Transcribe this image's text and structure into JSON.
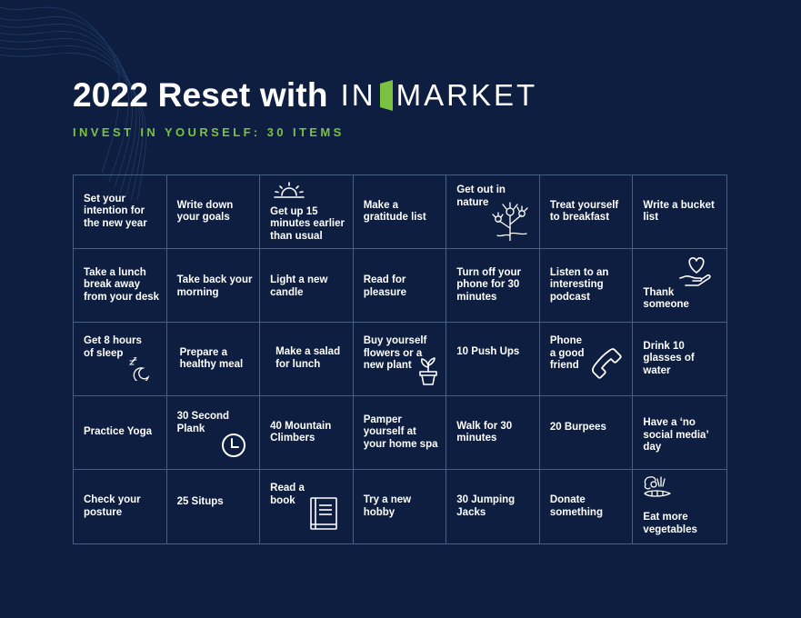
{
  "header": {
    "title": "2022 Reset with",
    "brand_left": "IN",
    "brand_right": "MARKET",
    "subtitle": "INVEST IN YOURSELF: 30 ITEMS"
  },
  "colors": {
    "background": "#0e1e40",
    "accent_green": "#7bc142",
    "grid_line": "#4a5f84",
    "text": "#ffffff"
  },
  "grid": {
    "items": [
      "Set your\nintention for\nthe new year",
      "Write down\nyour goals",
      "Get up 15\nminutes earlier\nthan usual",
      "Make a\ngratitude list",
      "Get out in\nnature",
      "Treat yourself\nto breakfast",
      "Write a bucket\nlist",
      "Take a lunch\nbreak away\nfrom your desk",
      "Take back your\nmorning",
      "Light a new\ncandle",
      "Read for\npleasure",
      "Turn off your\nphone for 30\nminutes",
      "Listen to an\ninteresting\npodcast",
      "Thank\nsomeone",
      "Get 8 hours\nof sleep",
      "Prepare a\nhealthy meal",
      "Make a salad\nfor lunch",
      "Buy yourself\nflowers or a\nnew plant",
      "10 Push Ups",
      "Phone\na good\nfriend",
      "Drink 10\nglasses of\nwater",
      "Practice Yoga",
      "30 Second\nPlank",
      "40 Mountain\nClimbers",
      "Pamper\nyourself at\nyour home spa",
      "Walk for 30\nminutes",
      "20 Burpees",
      "Have a ‘no\nsocial media’\nday",
      "Check your\nposture",
      "25 Situps",
      "Read a\nbook",
      "Try a new\nhobby",
      "30 Jumping\nJacks",
      "Donate\nsomething",
      "Eat more\nvegetables"
    ],
    "icons": {
      "2": "sunrise-icon",
      "4": "flower-icon",
      "13": "heart-hand-icon",
      "14": "sleep-moon-icon",
      "17": "potted-plant-icon",
      "19": "phone-icon",
      "22": "clock-icon",
      "30": "book-icon",
      "34": "vegetables-icon"
    }
  }
}
